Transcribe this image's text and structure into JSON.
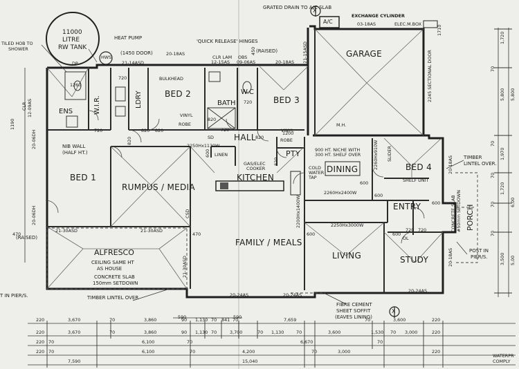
{
  "rooms": {
    "garage": "GARAGE",
    "bed2": "BED 2",
    "bed3": "BED 3",
    "bed1": "BED 1",
    "bed4": "BED 4",
    "bath": "BATH",
    "wc": "W.C",
    "ens": "ENS",
    "wir": "W.I.R.",
    "ldry": "LDRY",
    "hall": "HALL",
    "pty": "PTY",
    "kitchen": "KITCHEN",
    "dining": "DINING",
    "rumpus": "RUMPUS / MEDIA",
    "family": "FAMILY / MEALS",
    "living": "LIVING",
    "study": "STUDY",
    "entry": "ENTRY",
    "porch": "PORCH",
    "alfresco": "ALFRESCO"
  },
  "notes": {
    "tank": [
      "11000",
      "LITRE",
      "RW TANK"
    ],
    "heat_pump": "HEAT PUMP",
    "hws": "HWS",
    "door_1450": "(1450 DOOR)",
    "quick_release": "'QUICK RELEASE' HINGES",
    "raised_top": "(RAISED)",
    "raised_left": "(RAISED)",
    "grated_drain": "GRATED DRAIN TO A/C SLAB",
    "ac": "A/C",
    "exchange_cylinder": "EXCHANGE CYLINDER",
    "elec_mbox": "ELEC.M.BOX",
    "tiled_hob": "TILED HOB TO",
    "shower": "SHOWER",
    "bulkhead": "BULKHEAD",
    "vinyl": "VINYL",
    "robe": "ROBE",
    "linen": "LINEN",
    "gas_cooker": "GAS/ELEC",
    "cooker": "COOKER",
    "niche_1": "900 HT. NICHE WITH",
    "niche_2": "300 HT. SHELF OVER",
    "cold_water": "COLD",
    "water": "WATER",
    "tap": "TAP",
    "shelf_unit": "SHELF UNIT",
    "nib_wall": "NIB WALL",
    "half_ht": "(HALF HT.)",
    "ceiling_same": "CEILING SAME HT",
    "as_house": "AS HOUSE",
    "concrete_slab": "CONCRETE SLAB",
    "setdown_150": "150mm SETDOWN",
    "timber_lintel_over": "TIMBER LINTEL OVER",
    "timber_lintel": "TIMBER",
    "lintel_over": "LINTEL OVER.",
    "post_in_pier": "POST IN",
    "pier_s": "PIER/S.",
    "post_pier_left": "T IN PIER/S.",
    "fibre_cement": "FIBRE CEMENT",
    "sheet_soffit": "SHEET SOFFIT",
    "eaves_lining": "(EAVES LINING)",
    "concrete_slab_porch": "CONCRETE SLAB",
    "setdown_porch": "#50mm SETDOWN",
    "mh": "M.H.",
    "sectional_door": "2245 SECTIONAL DOOR",
    "waterproof": "WATERPR",
    "comply": "COMPLY"
  },
  "codes": {
    "c20_18as_a": "20-18AS",
    "c21_14asd": "21-14ASD",
    "clr_lam": "CLR LAM",
    "c12_15as": "12-15AS",
    "obs": "OBS",
    "c09_06as": "09-06AS",
    "c20_18as_b": "20-18AS",
    "c21_15asd": "21-15ASD",
    "c03_18as": "03-18AS",
    "clr": "CLR",
    "c12_09as": "12-09AS",
    "c20_06dh": "20-06DH",
    "c20_06dh_b": "20-06DH",
    "c21_30asd_a": "21-30ASD",
    "c21_30asd_b": "21-30ASD",
    "c21_30asd_c": "21-30ASD",
    "c20_24as_a": "20-24AS",
    "c20_24as_b": "20-24AS",
    "c20_24as_c": "20-24AS",
    "c20_18as_r1": "20-18AS",
    "c20_18as_r2": "20-18AS",
    "h2250x1130w": "2250Hx1130W",
    "h2260x2400w": "2260Hx2400W",
    "h2250x3000w": "2250Hx3000W",
    "h2200x1400w": "2200Hx1400W",
    "h2260x910": "2260Hx910W",
    "slider": "SLIDER",
    "csd": "CSD",
    "d1260": "1260",
    "d720a": "720",
    "d720b": "720",
    "d720c": "720",
    "d720d": "720",
    "d720e": "720",
    "d720f": "720",
    "d820a": "820",
    "d820b": "820",
    "d820c": "820",
    "d820d": "820",
    "d820e": "820",
    "d820f": "820",
    "d470a": "470",
    "d470b": "470",
    "d600a": "600",
    "d600b": "600",
    "d600c": "600",
    "d600d": "600",
    "d600e": "600",
    "d600f": "600",
    "d590a": "590",
    "d590b": "590",
    "d1200": "1200",
    "d1710": "1710",
    "d1190": "1190",
    "d450": "450",
    "ol": "OL",
    "dp": "DP",
    "sd": "SD",
    "x": "X"
  },
  "dims_right": [
    "1,720",
    "5,800",
    "5,800",
    "1,970",
    "1,720",
    "3,500",
    "5,00",
    "6,00"
  ],
  "dims_right_small": [
    "70",
    "70",
    "70",
    "70",
    "70"
  ],
  "dim_rows": [
    [
      "220",
      "3,670",
      "70",
      "3,860",
      "90",
      "1,130",
      "70",
      "841",
      "70",
      "7,659",
      "70",
      "3,600",
      "220"
    ],
    [
      "220",
      "3,670",
      "70",
      "3,860",
      "90",
      "1,130",
      "70",
      "3,700",
      "70",
      "1,130",
      "70",
      "3,600",
      "1,530",
      "70",
      "3,000",
      "220"
    ],
    [
      "220",
      "70",
      "6,100",
      "70",
      "6,670",
      "70"
    ],
    [
      "220",
      "70",
      "6,100",
      "70",
      "4,200",
      "70",
      "3,000",
      "220"
    ],
    [
      "7,590",
      "15,040"
    ]
  ]
}
